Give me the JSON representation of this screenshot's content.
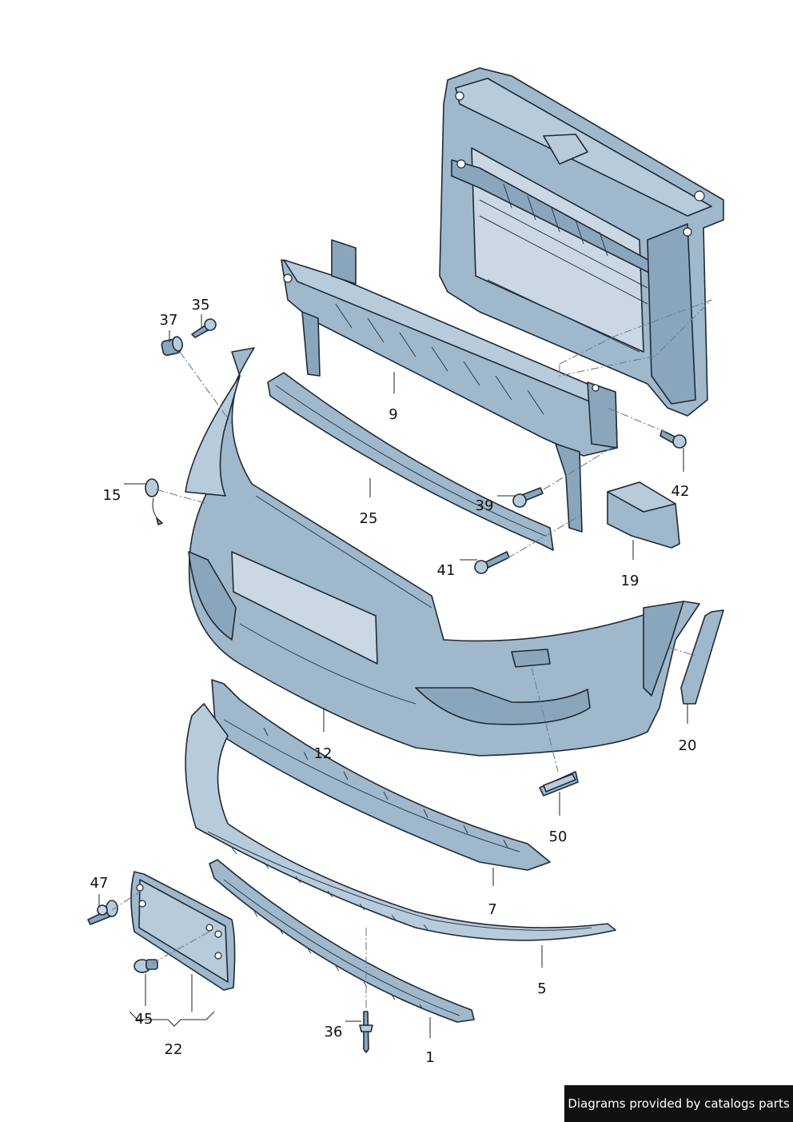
{
  "diagram": {
    "callouts": [
      "1",
      "5",
      "7",
      "9",
      "12",
      "15",
      "19",
      "20",
      "22",
      "25",
      "35",
      "36",
      "37",
      "39",
      "41",
      "42",
      "45",
      "47",
      "50"
    ]
  },
  "footer": {
    "credit": "Diagrams provided by catalogs parts"
  },
  "colors": {
    "part_fill": "#9fb8cc",
    "outline": "#1e2a36",
    "credit_bg": "#111111"
  }
}
